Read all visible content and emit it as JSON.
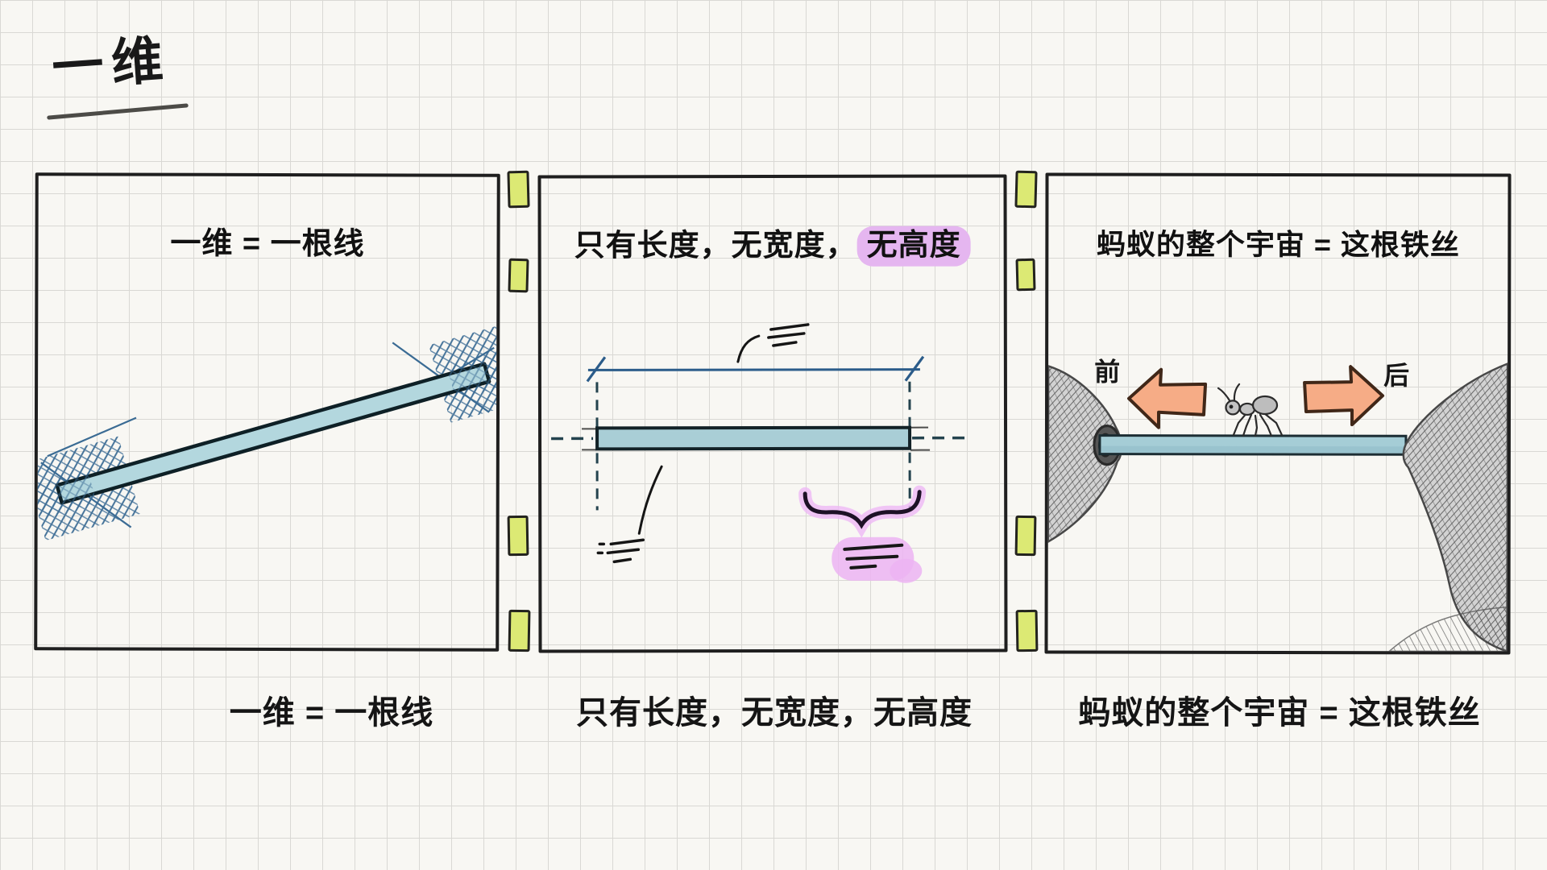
{
  "header": {
    "title": "一维"
  },
  "panel1": {
    "heading": "一维 = 一根线",
    "caption": "一维 = 一根线"
  },
  "panel2": {
    "heading_prefix": "只有长度，无宽度，",
    "heading_highlight": "无高度",
    "caption": "只有长度，无宽度，无高度"
  },
  "panel3": {
    "heading": "蚂蚁的整个宇宙 = 这根铁丝",
    "caption": "蚂蚁的整个宇宙 = 这根铁丝",
    "label_front": "前",
    "label_back": "后"
  },
  "colors": {
    "paper": "#f8f7f3",
    "grid_line": "#d9d8d4",
    "ink": "#1f1f1f",
    "teal_line": "#b3d7de",
    "tape_yellow": "#dce974",
    "highlight_purple": "#e5b6f0",
    "highlight_pink": "#edb7f3",
    "arrow_orange": "#f6ac86",
    "dimension_blue": "#2b5c8a",
    "hatch_blue": "#3a6b94"
  }
}
